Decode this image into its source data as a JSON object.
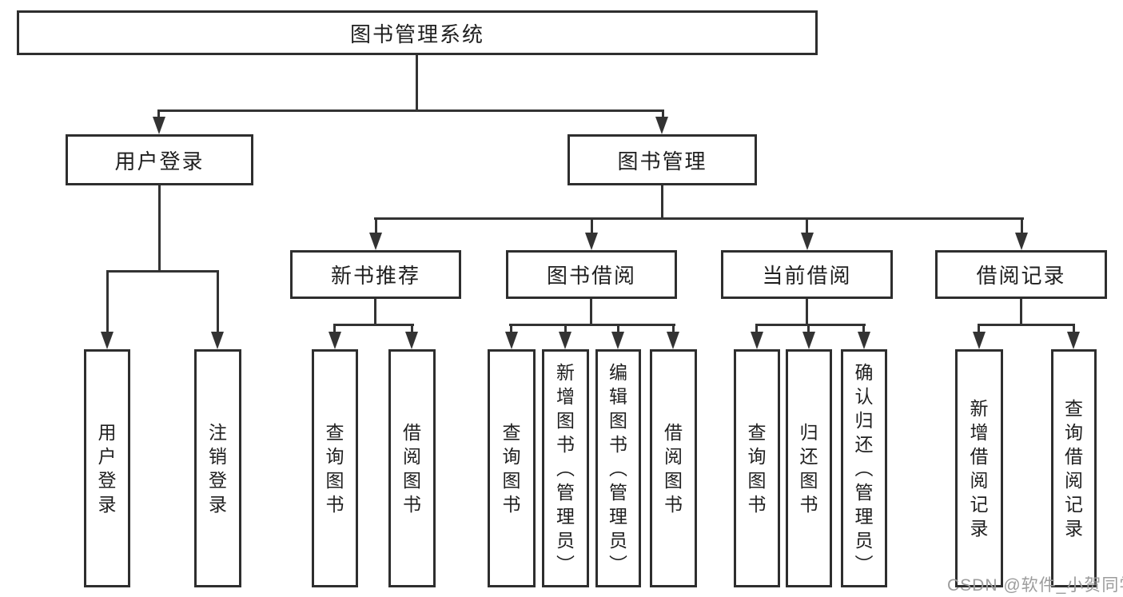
{
  "chart": {
    "root": {
      "label": "图书管理系统"
    },
    "level2": {
      "user_login": {
        "label": "用户登录"
      },
      "book_mgmt": {
        "label": "图书管理"
      }
    },
    "level3": {
      "new_books": {
        "label": "新书推荐"
      },
      "book_borrow": {
        "label": "图书借阅"
      },
      "current_borrow": {
        "label": "当前借阅"
      },
      "borrow_records": {
        "label": "借阅记录"
      }
    },
    "leaves": {
      "user_login": [
        "用户登录",
        "注销登录"
      ],
      "new_books": [
        "查询图书",
        "借阅图书"
      ],
      "book_borrow": [
        "查询图书",
        "新增图书（管理员）",
        "编辑图书（管理员）",
        "借阅图书"
      ],
      "current_borrow": [
        "查询图书",
        "归还图书",
        "确认归还（管理员）"
      ],
      "borrow_records": [
        "新增借阅记录",
        "查询借阅记录"
      ]
    },
    "colors": {
      "line": "#333333",
      "text": "#1f1f1f",
      "border": "#2e2e2e",
      "watermark_text": "#9c9c9c",
      "background": "#ffffff"
    }
  },
  "watermark": {
    "text": "CSDN @软件_小贺同学"
  }
}
